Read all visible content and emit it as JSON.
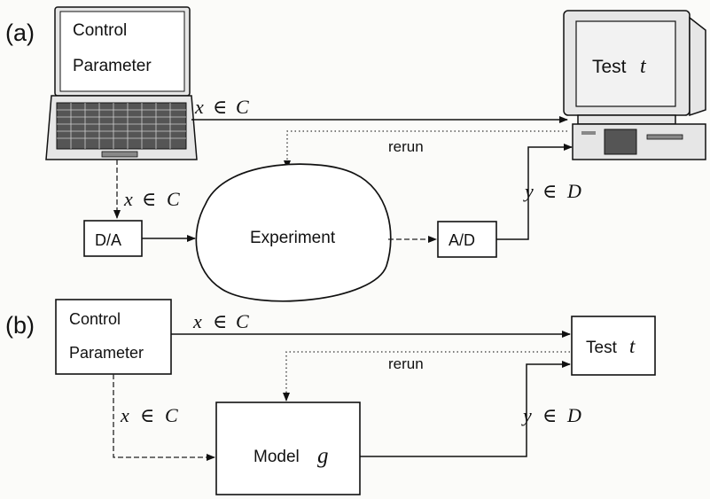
{
  "panel_a": {
    "tag": "(a)",
    "laptop": {
      "line1": "Control",
      "line2": "Parameter"
    },
    "computer": {
      "label": "Test",
      "symbol": "t"
    },
    "rerun": "rerun",
    "x_top": {
      "var": "x",
      "rest": "∈",
      "set": "C"
    },
    "x_down": {
      "var": "x",
      "rest": "∈",
      "set": "C"
    },
    "y_up": {
      "var": "y",
      "rest": "∈",
      "set": "D"
    },
    "da": "D/A",
    "ad": "A/D",
    "experiment": "Experiment"
  },
  "panel_b": {
    "tag": "(b)",
    "control": {
      "line1": "Control",
      "line2": "Parameter"
    },
    "test": {
      "label": "Test",
      "symbol": "t"
    },
    "rerun": "rerun",
    "x_top": {
      "var": "x",
      "rest": "∈",
      "set": "C"
    },
    "x_down": {
      "var": "x",
      "rest": "∈",
      "set": "C"
    },
    "y_up": {
      "var": "y",
      "rest": "∈",
      "set": "D"
    },
    "model": {
      "label": "Model",
      "symbol": "g"
    }
  }
}
